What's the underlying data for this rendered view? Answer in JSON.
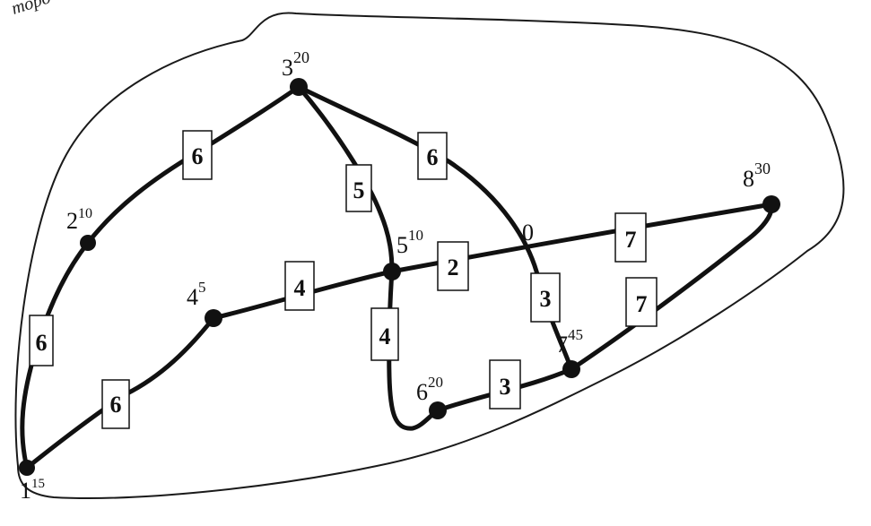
{
  "corner_text": "торо",
  "nodes": [
    {
      "id": "n1",
      "label": "1",
      "sup": "15"
    },
    {
      "id": "n2",
      "label": "2",
      "sup": "10"
    },
    {
      "id": "n3",
      "label": "3",
      "sup": "20"
    },
    {
      "id": "n4",
      "label": "4",
      "sup": "5"
    },
    {
      "id": "n5",
      "label": "5",
      "sup": "10"
    },
    {
      "id": "n6",
      "label": "6",
      "sup": "20"
    },
    {
      "id": "n7",
      "label": "7",
      "sup": "45"
    },
    {
      "id": "n8",
      "label": "8",
      "sup": "30"
    }
  ],
  "edges": [
    {
      "id": "e12",
      "from": "1",
      "to": "2",
      "weight": "6"
    },
    {
      "id": "e23",
      "from": "2",
      "to": "3",
      "weight": "6"
    },
    {
      "id": "e14",
      "from": "1",
      "to": "4",
      "weight": "6"
    },
    {
      "id": "e45",
      "from": "4",
      "to": "5",
      "weight": "4"
    },
    {
      "id": "e35",
      "from": "3",
      "to": "5",
      "weight": "5"
    },
    {
      "id": "e37",
      "from": "3",
      "to": "7",
      "weight": "6",
      "weight2": "3"
    },
    {
      "id": "e58",
      "from": "5",
      "to": "8",
      "weight": "2",
      "weight2": "7"
    },
    {
      "id": "e56",
      "from": "5",
      "to": "6",
      "weight": "4"
    },
    {
      "id": "e67",
      "from": "6",
      "to": "7",
      "weight": "3"
    },
    {
      "id": "e78",
      "from": "7",
      "to": "8",
      "weight": "7"
    }
  ],
  "crossing_label": "0"
}
